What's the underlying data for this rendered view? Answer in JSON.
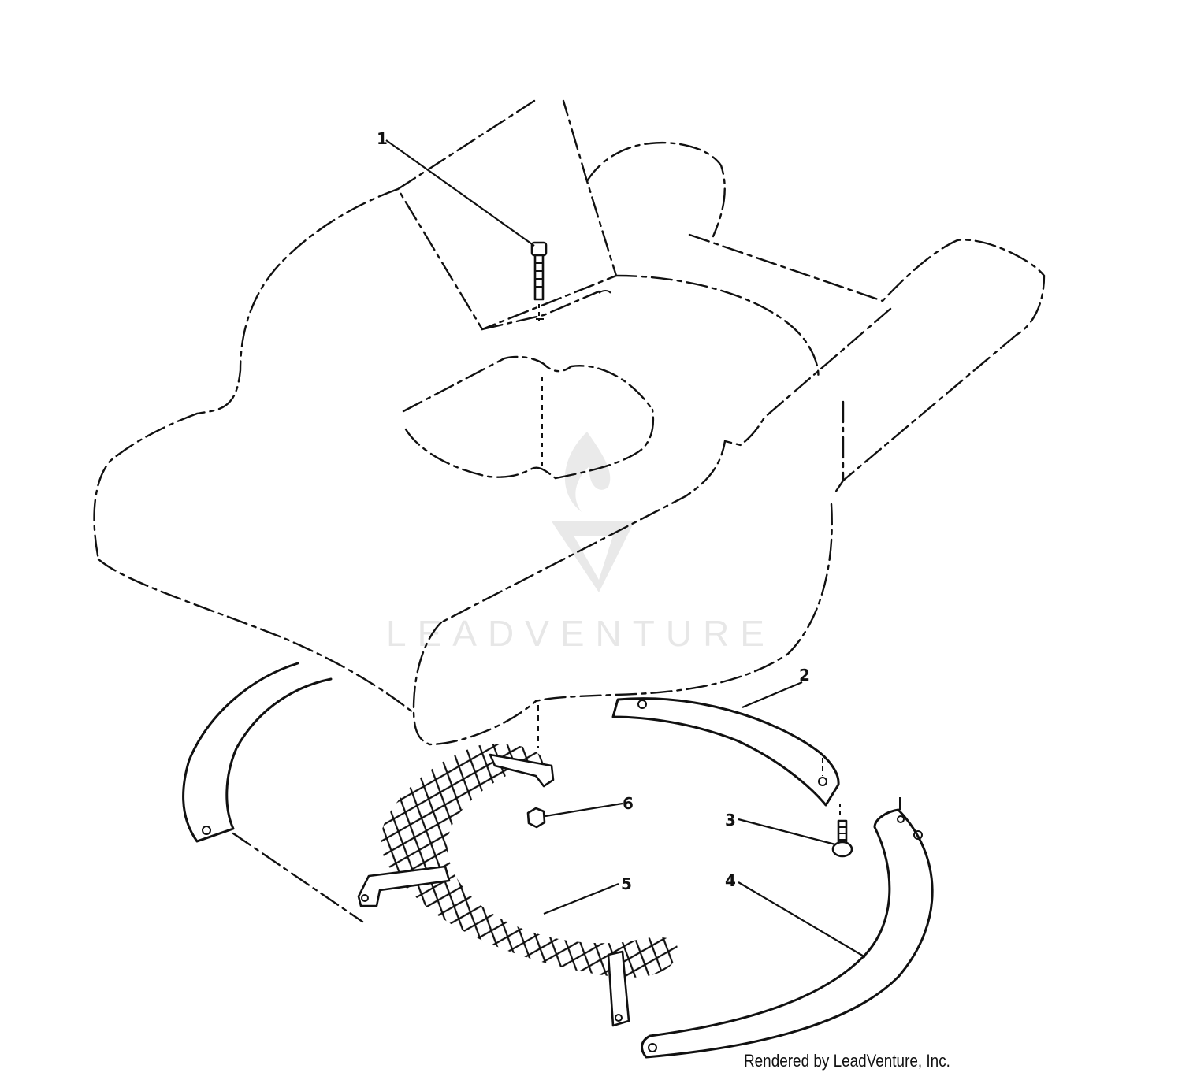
{
  "diagram": {
    "callouts": [
      {
        "id": "1",
        "label": "1"
      },
      {
        "id": "2",
        "label": "2"
      },
      {
        "id": "3",
        "label": "3"
      },
      {
        "id": "4",
        "label": "4"
      },
      {
        "id": "5",
        "label": "5"
      },
      {
        "id": "6",
        "label": "6"
      }
    ],
    "watermark": "LEADVENTURE",
    "credit": "Rendered by LeadVenture, Inc."
  },
  "colors": {
    "line": "#111111",
    "watermark": "#d4d4d4",
    "background": "#ffffff"
  }
}
